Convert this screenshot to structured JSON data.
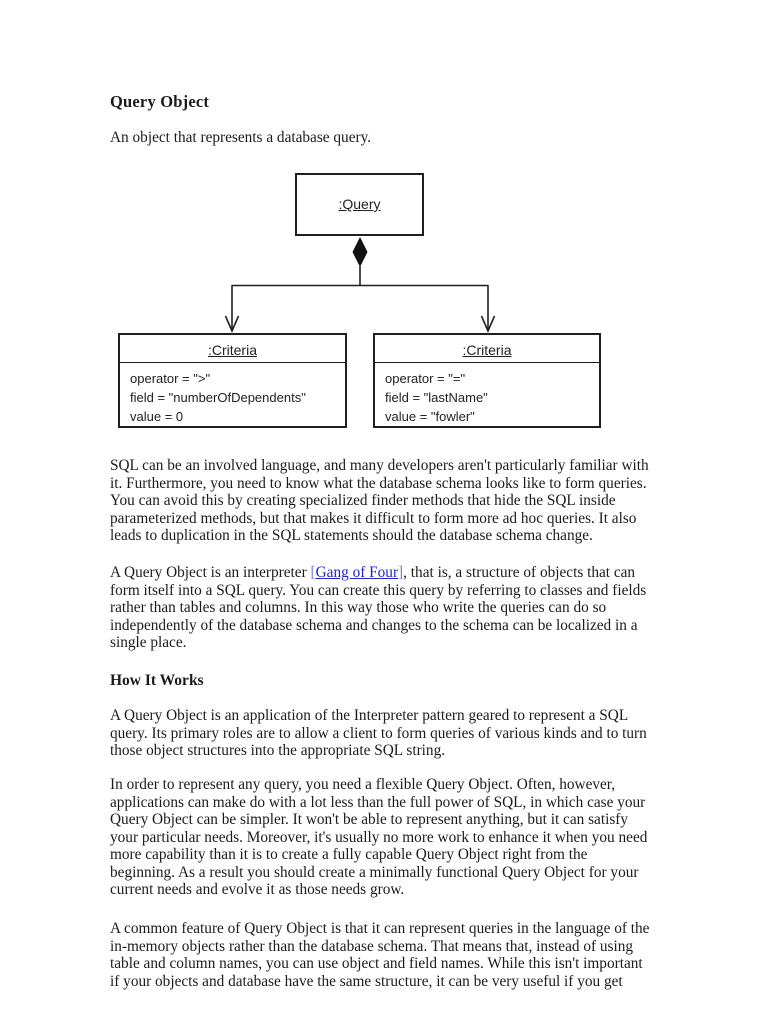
{
  "doc": {
    "title": "Query Object",
    "intro": "An object that represents a database query.",
    "heading_how_it_works": "How It Works",
    "para_sql": "SQL can be an involved language, and many developers aren't particularly familiar with\nit. Furthermore, you need to know what the database schema looks like to form queries.\nYou can avoid this by creating specialized finder methods that hide the SQL inside\nparameterized methods, but that makes it difficult to form more ad hoc queries. It also\nleads to duplication in the SQL statements should the database schema change.",
    "para_interpreter_before": "A Query Object is an interpreter ",
    "para_interpreter_bracket_open": "[",
    "para_interpreter_link": "Gang of Four",
    "para_interpreter_bracket_close": "]",
    "para_interpreter_after": ", that is, a structure of objects that can\nform itself into a SQL query. You can create this query by referring to classes and fields\nrather than tables and columns. In this way those who write the queries can do so\nindependently of the database schema and changes to the schema can be localized in a\nsingle place.",
    "para_application": "A Query Object is an application of the Interpreter pattern geared to represent a SQL\nquery. Its primary roles are to allow a client to form queries of various kinds and to turn\nthose object structures into the appropriate SQL string.",
    "para_flexible": "In order to represent any query, you need a flexible Query Object. Often, however,\napplications can make do with a lot less than the full power of SQL, in which case your\nQuery Object can be simpler. It won't be able to represent anything, but it can satisfy\nyour particular needs. Moreover, it's usually no more work to enhance it when you need\nmore capability than it is to create a fully capable Query Object right from the\nbeginning. As a result you should create a minimally functional Query Object for your\ncurrent needs and evolve it as those needs grow.",
    "para_common_feature": "A common feature of Query Object is that it can represent queries in the language of the\nin-memory objects rather than the database schema. That means that, instead of using\ntable and column names, you can use object and field names. While this isn't important\nif your objects and database have the same structure, it can be very useful if you get"
  },
  "diagram": {
    "query_box_label": ":Query",
    "criteria_left_label": ":Criteria",
    "criteria_left_attributes": "operator = \">\"\nfield = \"numberOfDependents\"\nvalue = 0",
    "criteria_right_label": ":Criteria",
    "criteria_right_attributes": "operator = \"=\"\nfield = \"lastName\"\nvalue = \"fowler\""
  },
  "colors": {
    "text": "#1b1b1b",
    "link": "#2323cc",
    "diagram_stroke": "#1f1f1f",
    "background": "#ffffff"
  }
}
